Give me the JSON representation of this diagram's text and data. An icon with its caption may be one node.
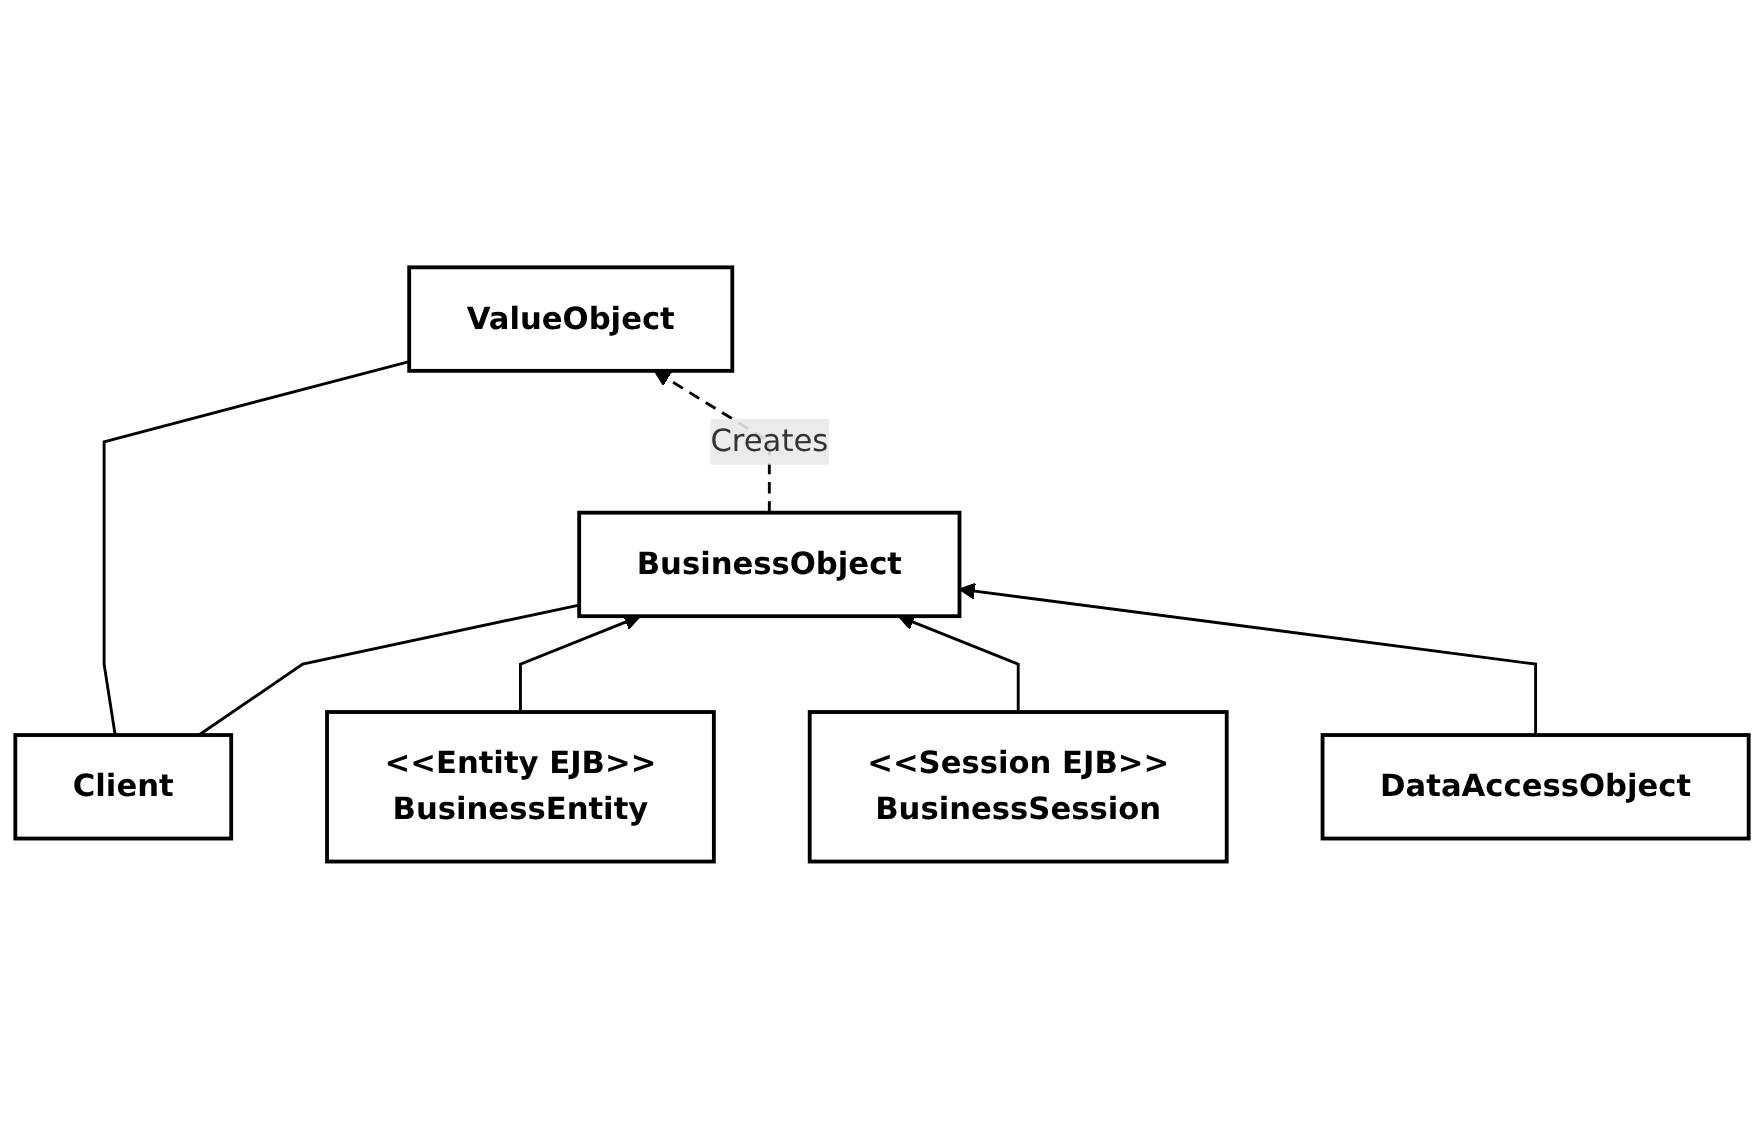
{
  "diagram": {
    "nodes": [
      {
        "text": [
          "ValueObject"
        ]
      },
      {
        "text": [
          "Client"
        ]
      },
      {
        "text": [
          "BusinessObject"
        ]
      },
      {
        "text": [
          "<<Entity EJB>>",
          "BusinessEntity"
        ]
      },
      {
        "text": [
          "<<Session EJB>>",
          "BusinessSession"
        ]
      },
      {
        "text": [
          "DataAccessObject"
        ]
      }
    ],
    "edges": [
      {
        "from": 1,
        "to": 0,
        "arrow": "none"
      },
      {
        "from": 1,
        "to": 2,
        "arrow": "none"
      },
      {
        "from": 2,
        "to": 0,
        "arrow": "to",
        "style": "dashed",
        "label": "Creates"
      },
      {
        "from": 3,
        "to": 2,
        "arrow": "to"
      },
      {
        "from": 4,
        "to": 2,
        "arrow": "to"
      },
      {
        "from": 5,
        "to": 2,
        "arrow": "to"
      }
    ]
  }
}
